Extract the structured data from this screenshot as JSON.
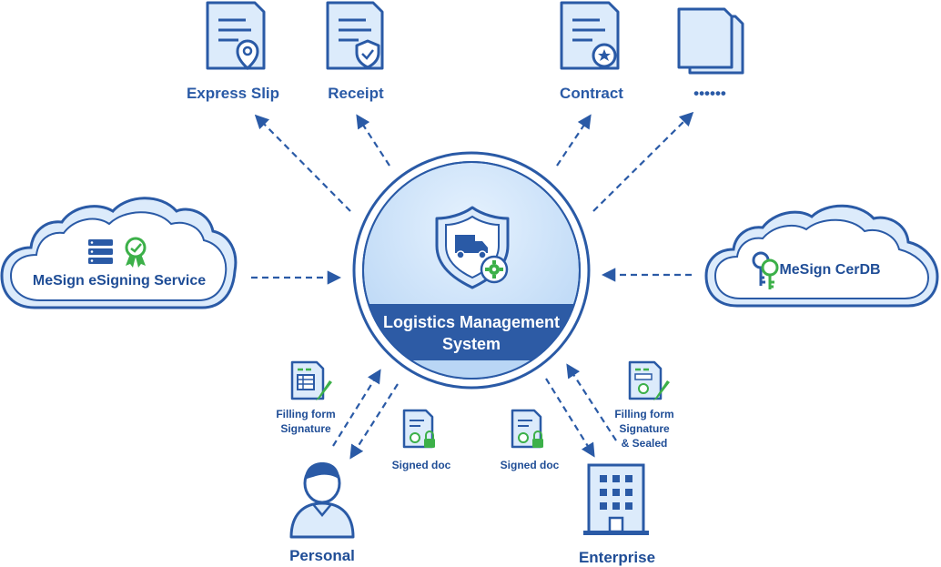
{
  "colors": {
    "primary": "#2a5aa6",
    "light_fill": "#dcebfb",
    "core_fill": "#cfe3fa",
    "core_band": "#2d5ba5",
    "accent_green": "#3cb049",
    "white": "#ffffff"
  },
  "documents": [
    {
      "label": "Express Slip",
      "icon": "express-slip-doc-pin-icon"
    },
    {
      "label": "Receipt",
      "icon": "receipt-doc-check-icon"
    },
    {
      "label": "Contract",
      "icon": "contract-doc-seal-icon"
    },
    {
      "label": "••••••",
      "icon": "more-documents-icon"
    }
  ],
  "esign_cloud": {
    "label": "MeSign eSigning Service",
    "icons": [
      "server-icon",
      "award-badge-icon"
    ]
  },
  "cerdb_cloud": {
    "label": "MeSign CerDB",
    "icons": [
      "key-pair-icon"
    ]
  },
  "core": {
    "title_line1": "Logistics Management",
    "title_line2": "System",
    "icon": "shield-truck-gear-icon"
  },
  "flows": {
    "personal_in": {
      "line1": "Filling form",
      "line2": "Signature",
      "icon": "form-pen-icon"
    },
    "personal_out": {
      "label": "Signed doc",
      "icon": "signed-doc-lock-icon"
    },
    "enterprise_out": {
      "label": "Signed doc",
      "icon": "signed-doc-lock-icon"
    },
    "enterprise_in": {
      "line1": "Filling form",
      "line2": "Signature",
      "line3": "& Sealed",
      "icon": "form-seal-pen-icon"
    }
  },
  "actors": [
    {
      "label": "Personal",
      "icon": "person-icon"
    },
    {
      "label": "Enterprise",
      "icon": "office-building-icon"
    }
  ]
}
